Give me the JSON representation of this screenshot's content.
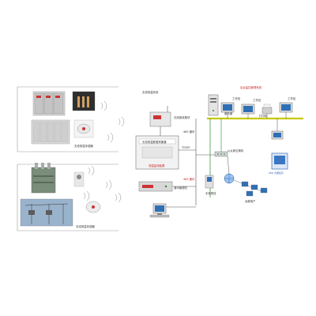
{
  "colors": {
    "bus": "#c8c800",
    "link_line": "#555555",
    "wireless": "#8a8a8a",
    "panel_fill": "#f2f2f2",
    "accent_red": "#cc2222",
    "accent_blue": "#2255aa",
    "accent_green": "#2a8a2a"
  },
  "labels": {
    "top_section": "无线测温系统",
    "switchgear_caption": "无线测温传感器",
    "transformer_caption": "无线测温传感器",
    "gateway_box": "无线测温数据采集器",
    "gateway_red": "测温监测装置",
    "upper_module": "无线接收模块",
    "rack_unit": "通讯管理机",
    "upper_tag": "485 通讯",
    "mid_tag": "TCP/IP",
    "low_tag": "485 通讯",
    "switch_caption": "以太网交换机",
    "network_title": "后台监控管理系统",
    "server": "服务器",
    "ws1": "工作站",
    "ws2": "工作站",
    "ws3": "工作站",
    "printer": "打印机",
    "remote": "远程用户",
    "mobile": "手机短信",
    "display": "LED 大屏显示"
  },
  "icons": {
    "switchgear": "switchgear-cabinet-icon",
    "transformer": "transformer-icon",
    "insulator": "insulator-icon",
    "wireless": "wireless-signal-icon",
    "gateway": "gateway-device-icon",
    "rack": "rack-unit-icon",
    "pc": "computer-monitor-icon",
    "server": "server-tower-icon",
    "switch": "network-switch-icon",
    "printer": "printer-icon",
    "globe": "internet-globe-icon",
    "display": "display-screen-icon"
  }
}
